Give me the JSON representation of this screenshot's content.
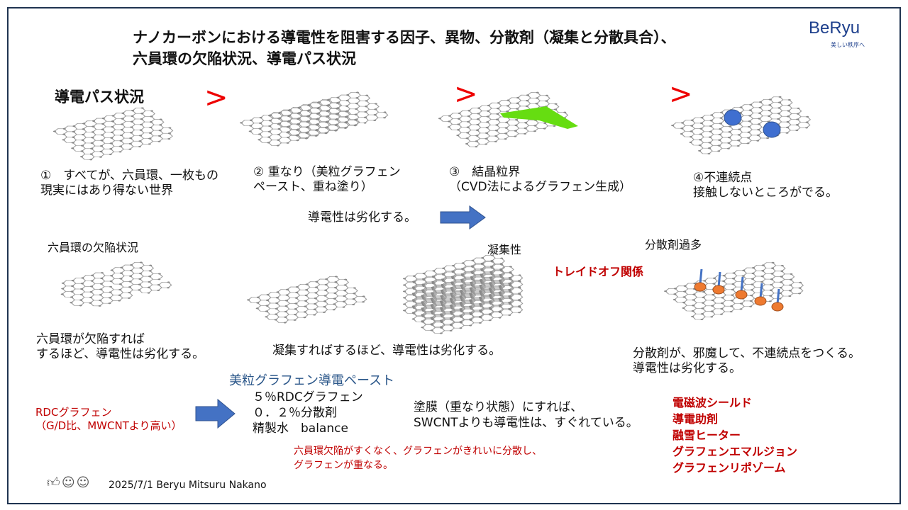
{
  "title": {
    "line1": "ナノカーボンにおける導電性を阻害する因子、異物、分散剤（凝集と分散具合）、",
    "line2": "六員環の欠陥状況、導電パス状況"
  },
  "logo": {
    "name": "BeRyu",
    "tagline": "美しい秩序へ"
  },
  "path": {
    "heading": "導電パス状況",
    "gt": ">",
    "items": [
      {
        "line1": "①　すべてが、六員環、一枚もの",
        "line2": "現実にはあり得ない世界"
      },
      {
        "line1": "② 重なり（美粒グラフェン",
        "line2": "ペースト、重ね塗り）"
      },
      {
        "line1": "③　結晶粒界",
        "line2": "（CVD法によるグラフェン生成）"
      },
      {
        "line1": "④不連続点",
        "line2": "接触しないところがでる。"
      }
    ],
    "degrade": "導電性は劣化する。"
  },
  "defect": {
    "heading": "六員環の欠陥状況",
    "line1": "六員環が欠陥すれば",
    "line2": "するほど、導電性は劣化する。"
  },
  "aggregation": {
    "heading": "凝集性",
    "caption": "凝集すればするほど、導電性は劣化する。"
  },
  "tradeoff": "トレイドオフ関係",
  "dispersant": {
    "heading": "分散剤過多",
    "line1": "分散剤が、邪魔して、不連続点をつくる。",
    "line2": "導電性は劣化する。"
  },
  "rdc": {
    "line1": "RDCグラフェン",
    "line2": "（G/D比、MWCNTより高い）"
  },
  "paste": {
    "title": "美粒グラフェン導電ペースト",
    "items": [
      "５％RDCグラフェン",
      "０．２％分散剤",
      "精製水　balance"
    ]
  },
  "coating": {
    "line1": "塗膜（重なり状態）にすれば、",
    "line2": "SWCNTよりも導電性は、すぐれている。"
  },
  "note": {
    "line1": "六員環欠陥がすくなく、グラフェンがきれいに分散し、",
    "line2": "グラフェンが重なる。"
  },
  "applications": [
    "電磁波シールド",
    "導電助剤",
    "融雪ヒーター",
    "グラフェンエマルジョン",
    "グラフェンリポゾーム"
  ],
  "footer": {
    "credit": "2025/7/1 Beryu Mitsuru Nakano"
  },
  "colors": {
    "frame": "#1f3350",
    "red": "#c00000",
    "arrow": "#4472c4",
    "green": "#66dd11",
    "dot_blue": "#3f6fd0",
    "dot_orange": "#ee7a30"
  }
}
